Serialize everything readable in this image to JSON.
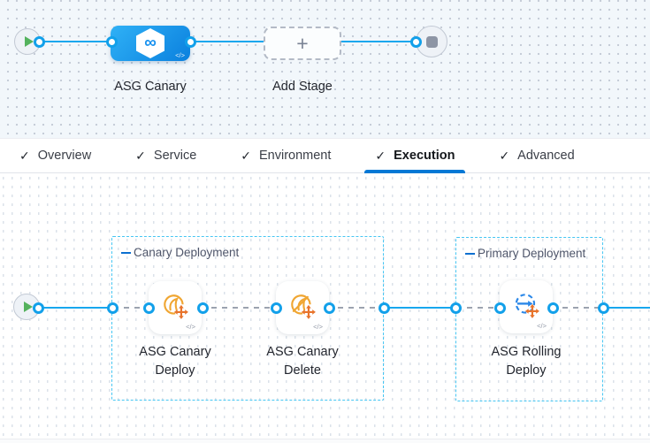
{
  "stage_pipeline": {
    "stage": {
      "label": "ASG Canary",
      "icon_glyph": "∞",
      "code_glyph": "</>"
    },
    "add_stage": {
      "label": "Add Stage",
      "plus_glyph": "+"
    }
  },
  "tabs": {
    "check_glyph": "✓",
    "items": [
      {
        "label": "Overview",
        "active": false
      },
      {
        "label": "Service",
        "active": false
      },
      {
        "label": "Environment",
        "active": false
      },
      {
        "label": "Execution",
        "active": true
      },
      {
        "label": "Advanced",
        "active": false
      }
    ]
  },
  "execution_graph": {
    "code_glyph": "</>",
    "groups": [
      {
        "title": "Canary Deployment"
      },
      {
        "title": "Primary Deployment"
      }
    ],
    "steps": [
      {
        "label": "ASG Canary Deploy",
        "icon": "asg-canary-deploy-icon"
      },
      {
        "label": "ASG Canary Delete",
        "icon": "asg-canary-delete-icon"
      },
      {
        "label": "ASG Rolling Deploy",
        "icon": "asg-rolling-deploy-icon"
      }
    ]
  },
  "colors": {
    "accent_blue": "#0278d5",
    "connector_blue": "#18a7ee",
    "dot_ring_blue": "#12a0ea",
    "group_border_blue": "#46c6f3",
    "stage_gradient_start": "#2fb1f6",
    "stage_gradient_end": "#0b80de",
    "asg_orange": "#f0a632",
    "asg_arrows_orange": "#e8742c",
    "play_green": "#54b25d",
    "stop_gray": "#8d95a5"
  }
}
